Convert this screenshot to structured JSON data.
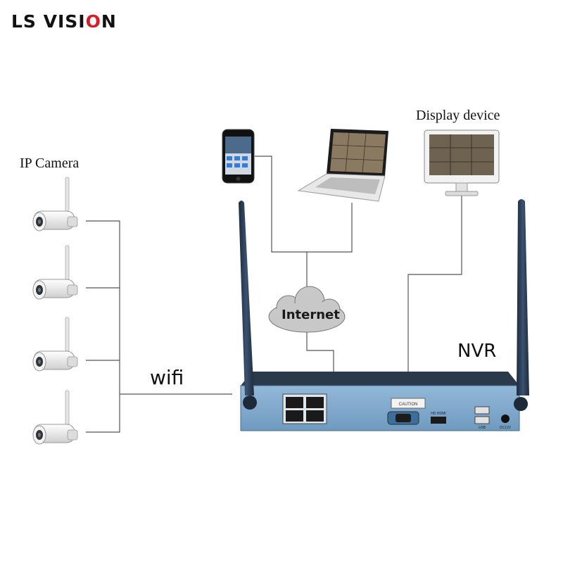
{
  "brand": {
    "logo_prefix": "LS VISI",
    "logo_accent": "O",
    "logo_suffix": "N"
  },
  "labels": {
    "ip_camera": "IP Camera",
    "display_device": "Display device",
    "wifi": "wifi",
    "nvr": "NVR",
    "internet": "Internet"
  },
  "nvr_panel_text": {
    "caution": "CAUTION",
    "hdmi": "HD HDMI",
    "usb": "USB",
    "power": "DC12V"
  },
  "colors": {
    "nvr_body": "#7fa7c9",
    "nvr_top": "#2b3a4a",
    "antenna": "#27384f",
    "line": "#555555",
    "cloud": "#c8c8c8",
    "logo_accent": "#d81f26"
  }
}
